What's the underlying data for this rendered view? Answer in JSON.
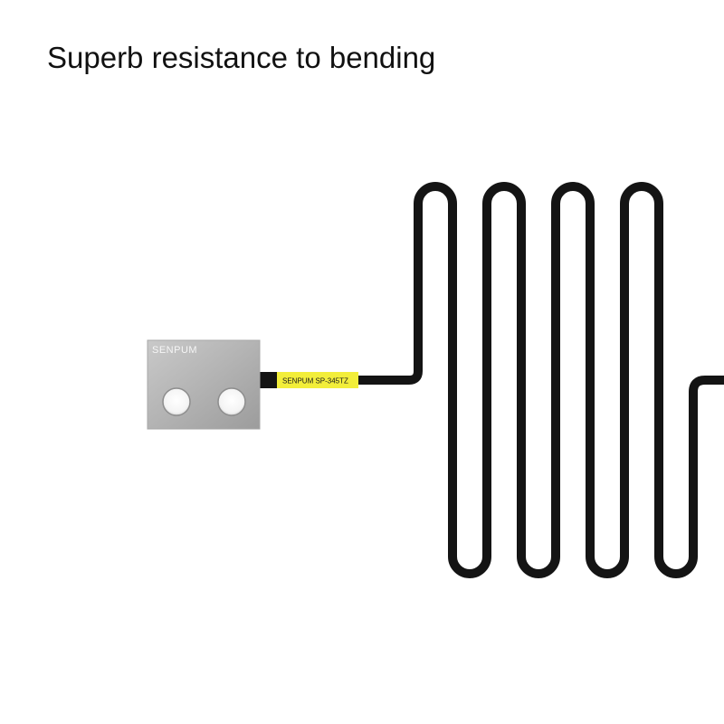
{
  "headline": "Superb resistance to bending",
  "sensor": {
    "brand": "SENPUM",
    "cable_label": "SENPUM  SP-345TZ",
    "body_color": "#b5b5b5",
    "label_color": "#f2ee3a",
    "cable_color": "#141414"
  }
}
